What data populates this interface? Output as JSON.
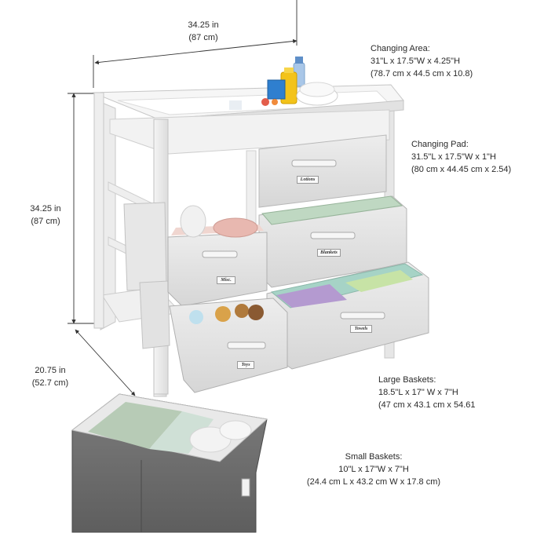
{
  "dimensions": {
    "width": {
      "in": "34.25 in",
      "cm": "(87 cm)"
    },
    "height": {
      "in": "34.25 in",
      "cm": "(87 cm)"
    },
    "depth": {
      "in": "20.75 in",
      "cm": "(52.7 cm)"
    }
  },
  "specs": {
    "changing_area": {
      "title": "Changing Area:",
      "line1": "31\"L x 17.5\"W x 4.25\"H",
      "line2": "(78.7 cm x 44.5 cm x 10.8)"
    },
    "changing_pad": {
      "title": "Changing Pad:",
      "line1": "31.5\"L x 17.5\"W x 1\"H",
      "line2": "(80 cm x 44.45 cm x 2.54)"
    },
    "large_baskets": {
      "title": "Large Baskets:",
      "line1": "18.5\"L x 17\" W x 7\"H",
      "line2": "(47 cm x 43.1 cm x 54.61"
    },
    "small_baskets": {
      "title": "Small Baskets:",
      "line1": "10\"L x 17\"W x 7\"H",
      "line2": "(24.4 cm L x 43.2 cm W x 17.8 cm)"
    }
  },
  "drawer_labels": {
    "top": "Lotions",
    "middle": "Blankets",
    "bottom_large": "Towels",
    "small_top": "Misc.",
    "small_bottom": "Toys"
  }
}
